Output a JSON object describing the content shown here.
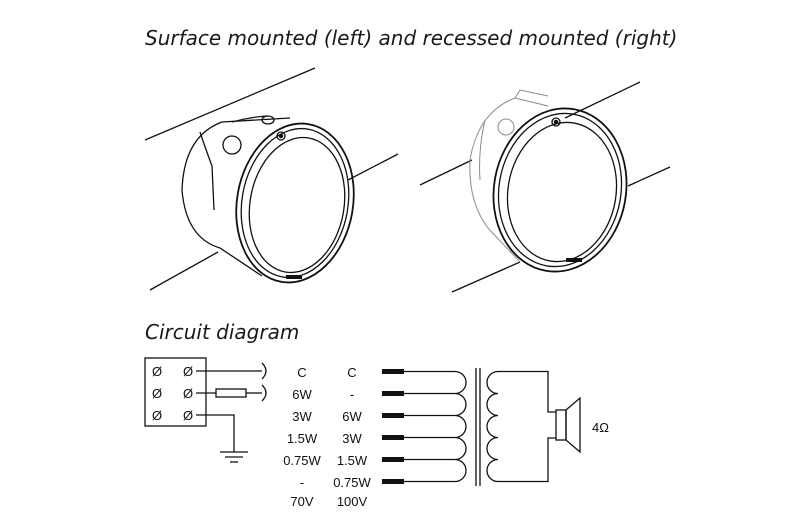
{
  "headings": {
    "mount_title": "Surface mounted (left) and recessed mounted (right)",
    "circuit_title": "Circuit diagram"
  },
  "circuit": {
    "col_70v": [
      "C",
      "6W",
      "3W",
      "1.5W",
      "0.75W",
      "-"
    ],
    "col_70v_footer": "70V",
    "col_100v": [
      "C",
      "-",
      "6W",
      "3W",
      "1.5W",
      "0.75W"
    ],
    "col_100v_footer": "100V",
    "impedance": "4Ω",
    "terminal_symbol": "Ø"
  },
  "colors": {
    "line": "#111111",
    "background": "#ffffff"
  }
}
